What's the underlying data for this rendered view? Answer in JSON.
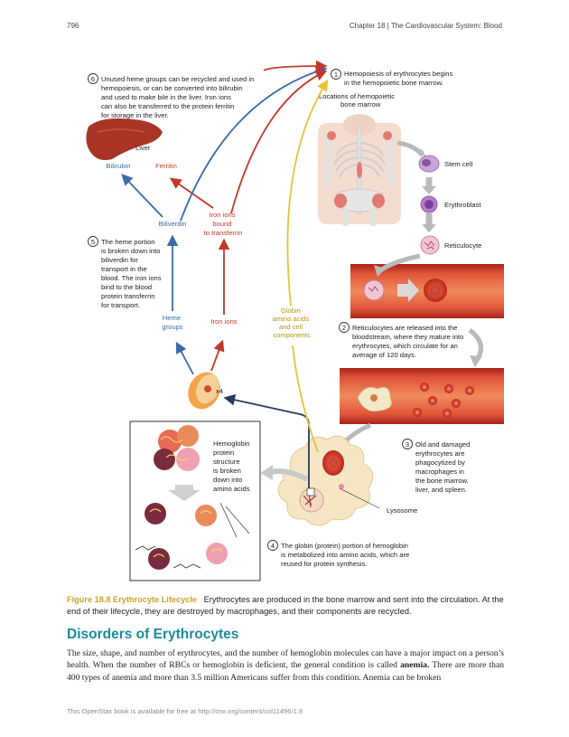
{
  "header": {
    "page_number": "796",
    "chapter": "Chapter 18 | The Cardiovascular System: Blood"
  },
  "figure": {
    "step1": [
      "Hemopoiesis of erythrocytes begins",
      "in the hemopoietic bone marrow."
    ],
    "locations": [
      "Locations of hemopoietic",
      "bone marrow"
    ],
    "stem_cell": "Stem cell",
    "erythroblast": "Erythroblast",
    "reticulocyte": "Reticulocyte",
    "step2": [
      "Reticulocytes are released into the",
      "bloodstream, where they mature into",
      "erythrocytes, which circulate for an",
      "average of 120 days."
    ],
    "step3": [
      "Old and damaged",
      "erythrocytes are",
      "phagocytized by",
      "macrophages in",
      "the bone marrow,",
      "liver, and spleen."
    ],
    "lysosome": "Lysosome",
    "step4": [
      "The globin (protein) portion of hemoglobin",
      "is metabolized into amino acids, which are",
      "reused for protein synthesis."
    ],
    "hemoglobin_box": [
      "Hemoglobin",
      "protein",
      "structure",
      "is broken",
      "down into",
      "amino acids"
    ],
    "x4": "x4",
    "heme_groups": [
      "Heme",
      "groups"
    ],
    "iron_ions": "Iron ions",
    "globin": [
      "Globin",
      "amino acids",
      "and cell",
      "components"
    ],
    "step5": [
      "The heme portion",
      "is broken down into",
      "biliverdin for",
      "transport in the",
      "blood. The iron ions",
      "bind to the blood",
      "protein transferrin",
      "for transport."
    ],
    "biliverdin": "Biliverdin",
    "iron_transferrin": [
      "Iron ions",
      "bound",
      "to transferrin"
    ],
    "bilirubin": "Bilirubin",
    "ferritin": "Ferritin",
    "liver": "Liver",
    "step6": [
      "Unused heme groups can be recycled and used in",
      "hemopoiesis, or can be converted into bilirubin",
      "and used to make bile in the liver. Iron ions",
      "can also be transferred to the protein ferritin",
      "for storage in the liver."
    ],
    "numbers": [
      "1",
      "2",
      "3",
      "4",
      "5",
      "6"
    ]
  },
  "caption": {
    "label": "Figure 18.8 Erythrocyte Lifecycle",
    "text": "Erythrocytes are produced in the bone marrow and sent into the circulation. At the end of their lifecycle, they are destroyed by macrophages, and their components are recycled."
  },
  "section": {
    "heading": "Disorders of Erythrocytes",
    "body_pre": "The size, shape, and number of erythrocytes, and the number of hemoglobin molecules can have a major impact on a person’s health. When the number of RBCs or hemoglobin is deficient, the general condition is called ",
    "body_term": "anemia.",
    "body_post": " There are more than 400 types of anemia and more than 3.5 million Americans suffer from this condition. Anemia can be broken"
  },
  "footer": "This OpenStax book is available for free at http://cnx.org/content/col11496/1.8",
  "colors": {
    "blue": "#3a6aa8",
    "red": "#c0392b",
    "gold": "#e8c23a",
    "caption_gold": "#c9a227",
    "heading_teal": "#1d8a9c"
  }
}
